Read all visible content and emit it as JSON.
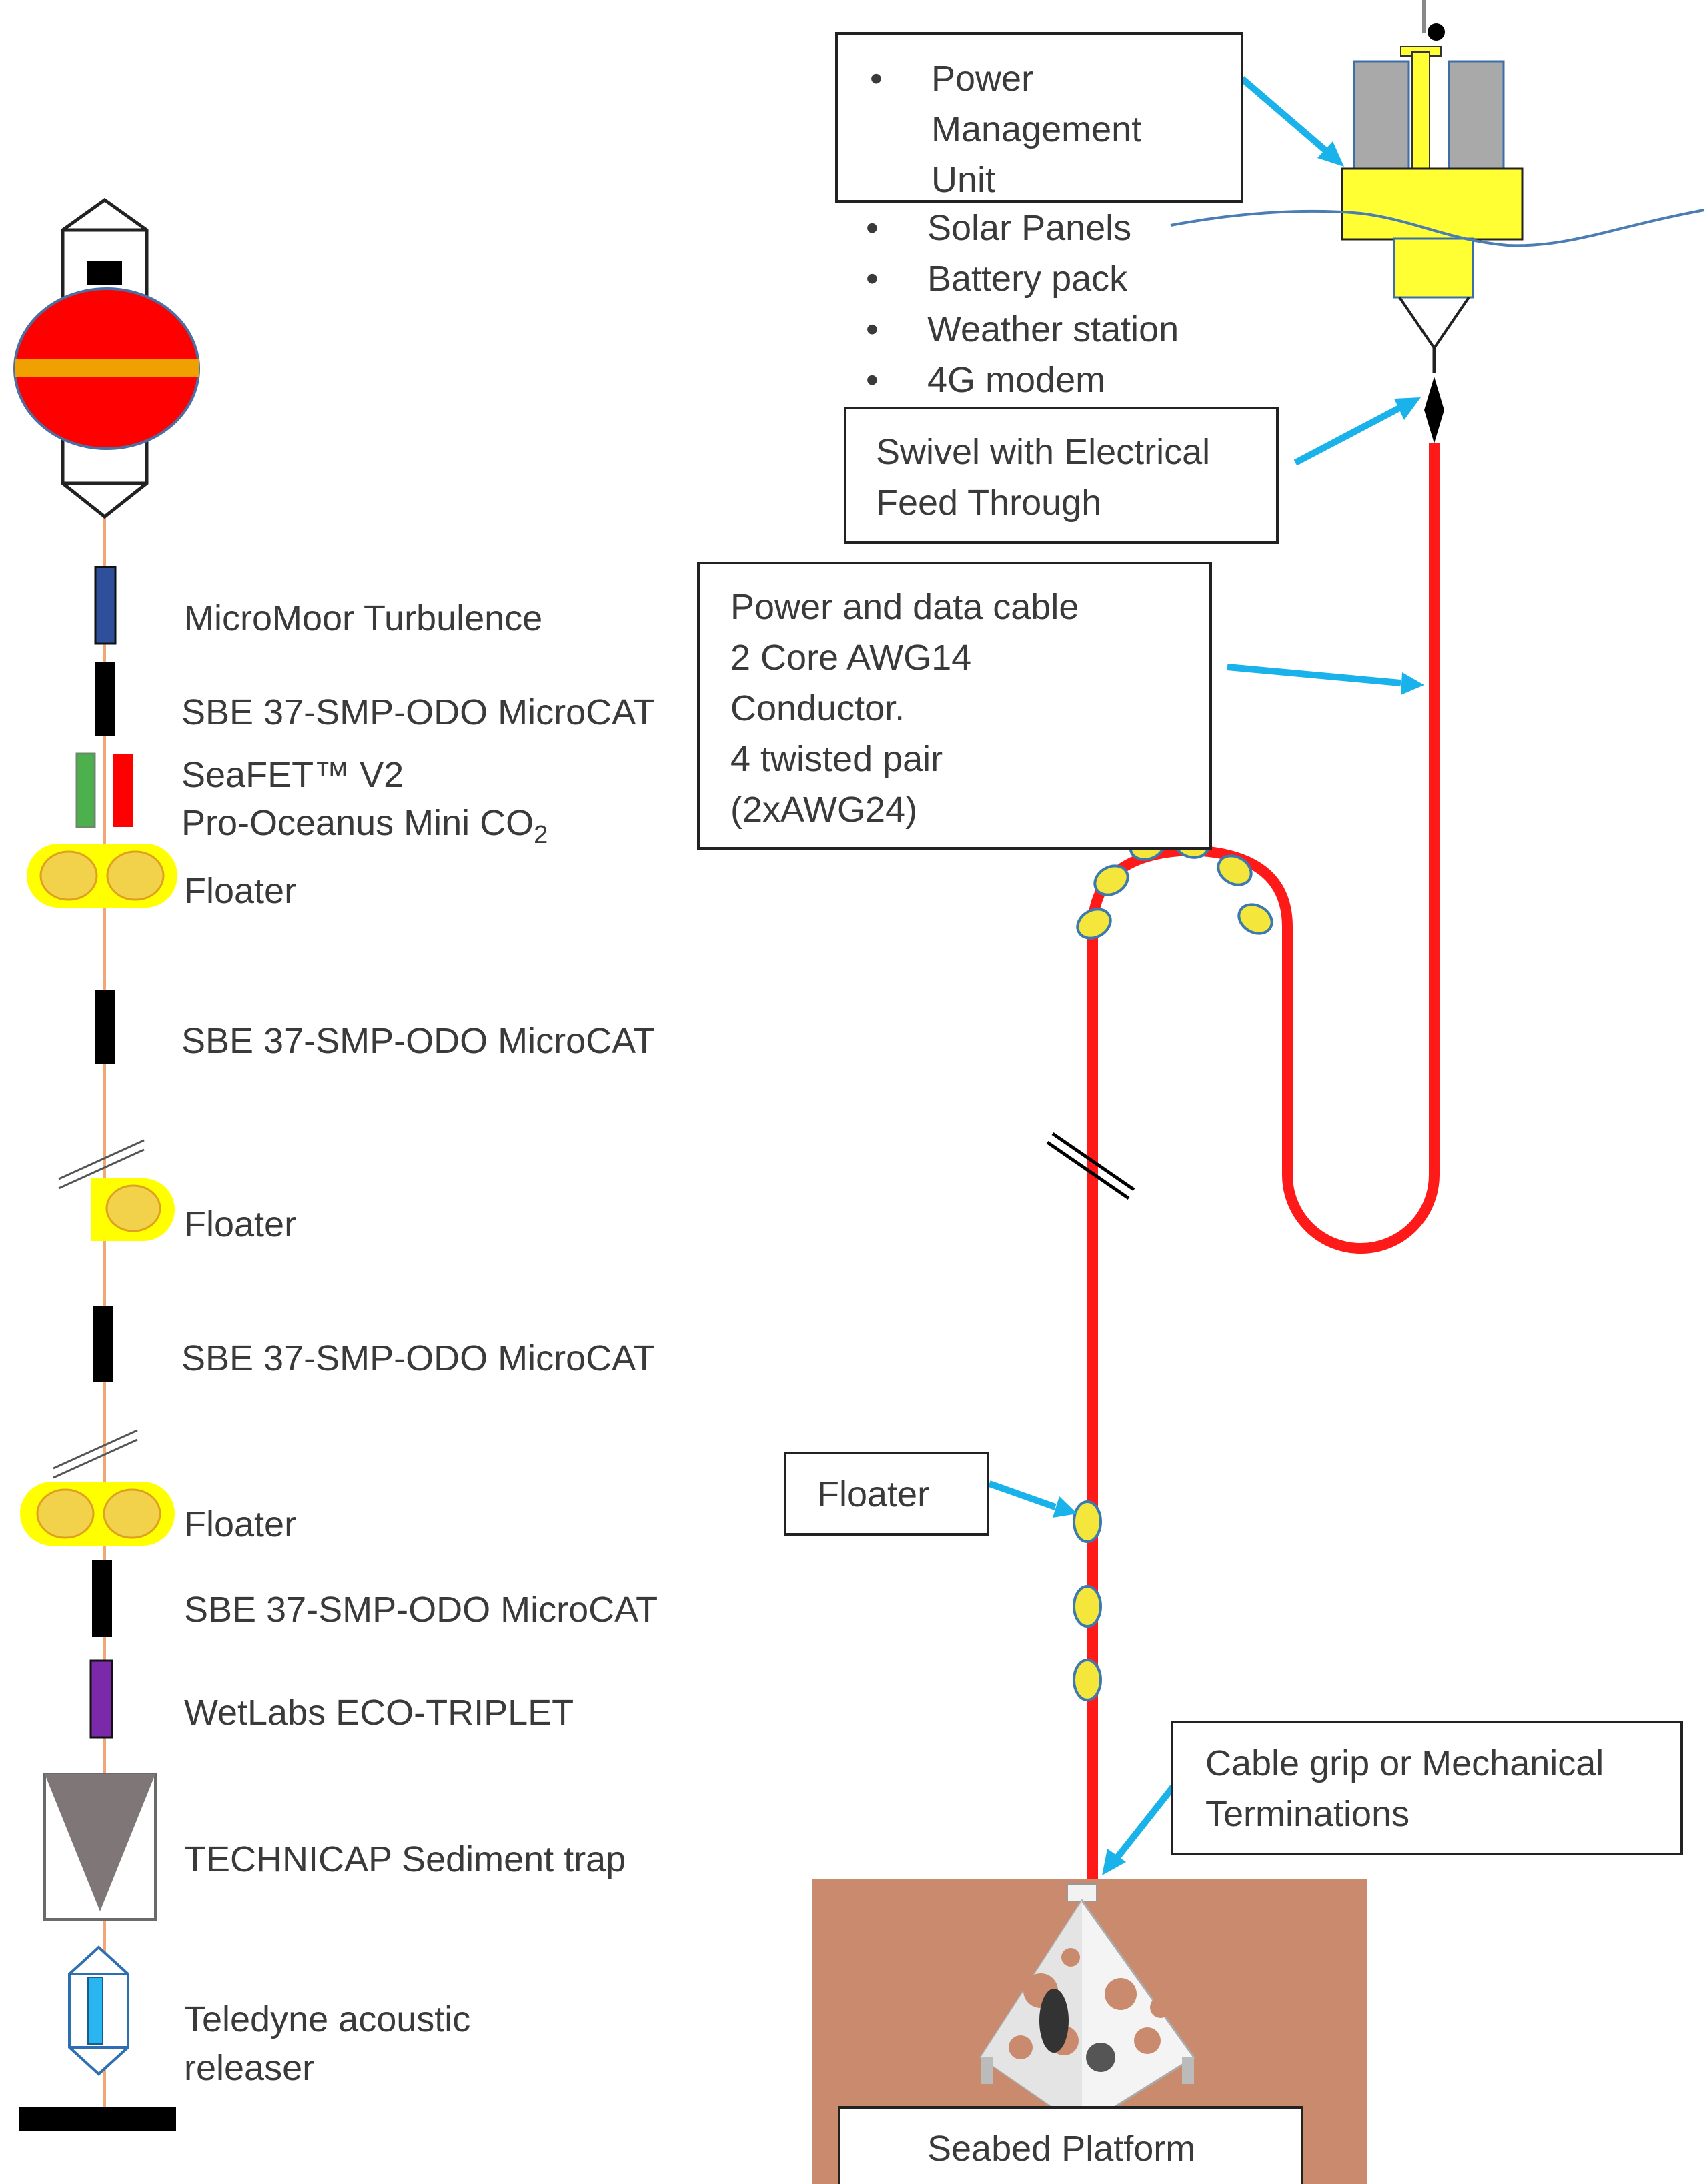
{
  "instrument_labels": [
    "MicroMoor Turbulence",
    "SBE 37-SMP-ODO MicroCAT",
    "SeaFET™ V2",
    "Pro-Oceanus Mini CO",
    "2",
    "Floater",
    "SBE 37-SMP-ODO MicroCAT",
    "Floater",
    "SBE 37-SMP-ODO MicroCAT",
    "Floater",
    "SBE 37-SMP-ODO MicroCAT",
    "WetLabs ECO-TRIPLET",
    "TECHNICAP Sediment trap",
    "Teledyne acoustic",
    "releaser"
  ],
  "callouts": {
    "power_management": [
      "Power",
      "Management",
      "Unit"
    ],
    "buoy_components": [
      "Solar Panels",
      "Battery pack",
      "Weather station",
      "4G modem"
    ],
    "swivel": [
      "Swivel with Electrical",
      "Feed Through"
    ],
    "cable": [
      "Power and data cable",
      "2 Core AWG14",
      "Conductor.",
      "4 twisted pair",
      "(2xAWG24)"
    ],
    "floater": "Floater",
    "cable_grip": [
      "Cable grip or Mechanical",
      "Terminations"
    ],
    "seabed": "Seabed Platform"
  },
  "colors": {
    "cable": "#ff1a1a",
    "buoy": "#ffff33",
    "float": "#f5e63c",
    "arrow": "#1ab2ea",
    "mooring_line": "#f0a878",
    "seabed": "#c98a6d"
  }
}
